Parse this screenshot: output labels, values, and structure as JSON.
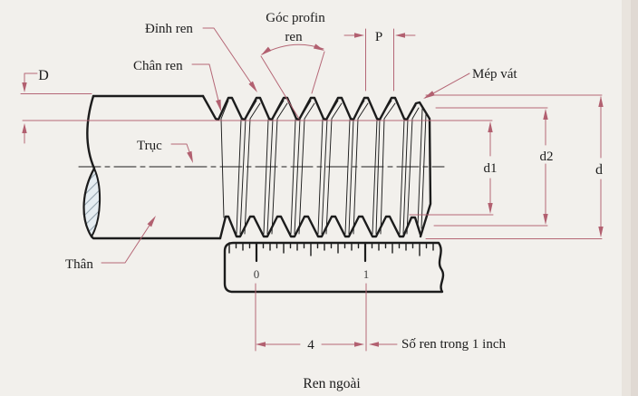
{
  "colors": {
    "background": "#f2f0ec",
    "ink": "#1c1c1c",
    "dimension": "#b26070",
    "hatch_fill": "#e6edf1",
    "hatch_stroke": "#93a3ae"
  },
  "annotations": {
    "crest": "Đỉnh ren",
    "root": "Chân ren",
    "profile_angle": [
      "Góc profin",
      "ren"
    ],
    "pitch": "P",
    "chamfer": "Mép vát",
    "axis": "Trục",
    "shank": "Thân",
    "depth": "D"
  },
  "dimensions": {
    "minor_diameter": "d1",
    "pitch_diameter": "d2",
    "major_diameter": "d",
    "threads_count": "4",
    "threads_note": "Số ren trong 1 inch"
  },
  "ruler": {
    "ticks": [
      "0",
      "1"
    ]
  },
  "caption": "Ren ngoài"
}
